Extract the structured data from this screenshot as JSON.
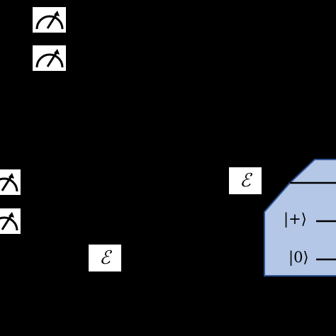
{
  "colors": {
    "background": "#000000",
    "box_fill": "#b4c7e7",
    "box_stroke": "#2f5597",
    "meter_fill": "#ffffff",
    "line": "#000000"
  },
  "channel_labels": {
    "upper": "ℰ",
    "lower": "ℰ"
  },
  "preparation_box": {
    "states": {
      "plus": "|+⟩",
      "zero": "|0⟩"
    }
  },
  "meters": [
    {
      "name": "measurement-meter-1",
      "icon": "meter-icon"
    },
    {
      "name": "measurement-meter-2",
      "icon": "meter-icon"
    },
    {
      "name": "measurement-meter-3",
      "icon": "meter-icon"
    },
    {
      "name": "measurement-meter-4",
      "icon": "meter-icon"
    }
  ]
}
